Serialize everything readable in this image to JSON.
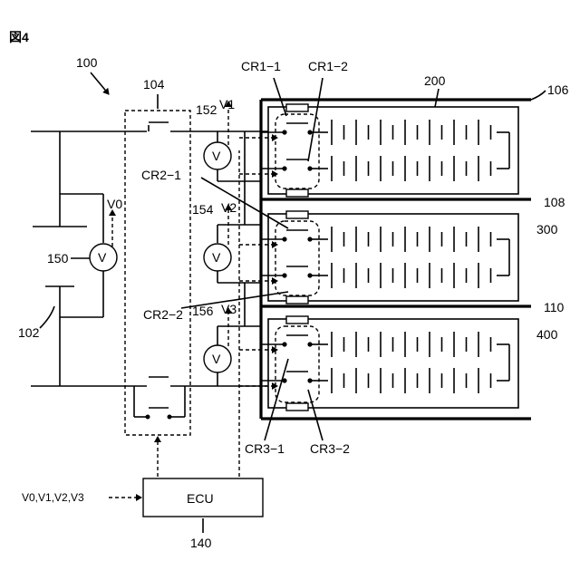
{
  "figure_label": "図4",
  "labels": {
    "system": "100",
    "switch_unit": "104",
    "battery": "102",
    "meter_v0_ref": "150",
    "meter_v1_ref": "152",
    "meter_v2_ref": "154",
    "meter_v3_ref": "156",
    "v0": "V0",
    "v1": "V1",
    "v2": "V2",
    "v3": "V3",
    "meter_symbol": "V",
    "pack_top": "200",
    "pack_mid": "300",
    "pack_bot": "400",
    "rail_106": "106",
    "rail_108": "108",
    "rail_110": "110",
    "cr1_1": "CR1−1",
    "cr1_2": "CR1−2",
    "cr2_1": "CR2−1",
    "cr2_2": "CR2−2",
    "cr3_1": "CR3−1",
    "cr3_2": "CR3−2",
    "ecu": "ECU",
    "ecu_ref": "140",
    "ecu_inputs": "V0,V1,V2,V3"
  }
}
